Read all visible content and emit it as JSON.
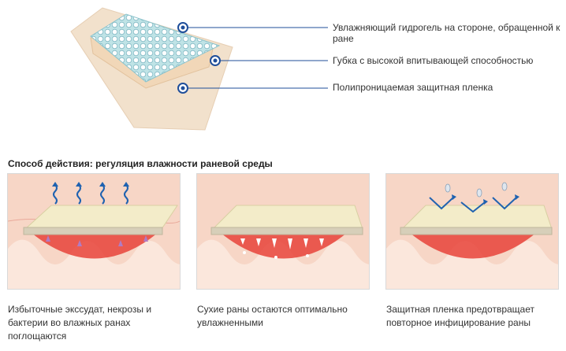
{
  "callouts": [
    {
      "text": "Увлажняющий гидрогель на стороне, обращенной к ране"
    },
    {
      "text": "Губка с высокой впитывающей способностью"
    },
    {
      "text": "Полипроницаемая защитная пленка"
    }
  ],
  "section_title": "Способ действия: регуляция влажности раневой среды",
  "panels": [
    {
      "caption": "Избыточные экссудат, некрозы и бактерии во влажных ранах поглощаются"
    },
    {
      "caption": "Сухие раны остаются оптимально увлажненными"
    },
    {
      "caption": "Защитная пленка предотвращает повторное инфицирование раны"
    }
  ],
  "colors": {
    "accent": "#1f4e9a",
    "leader": "#1f4e9a",
    "wound": "#e8433a",
    "skin": "#f5c9b4",
    "dressing": "#f3ecc9"
  }
}
